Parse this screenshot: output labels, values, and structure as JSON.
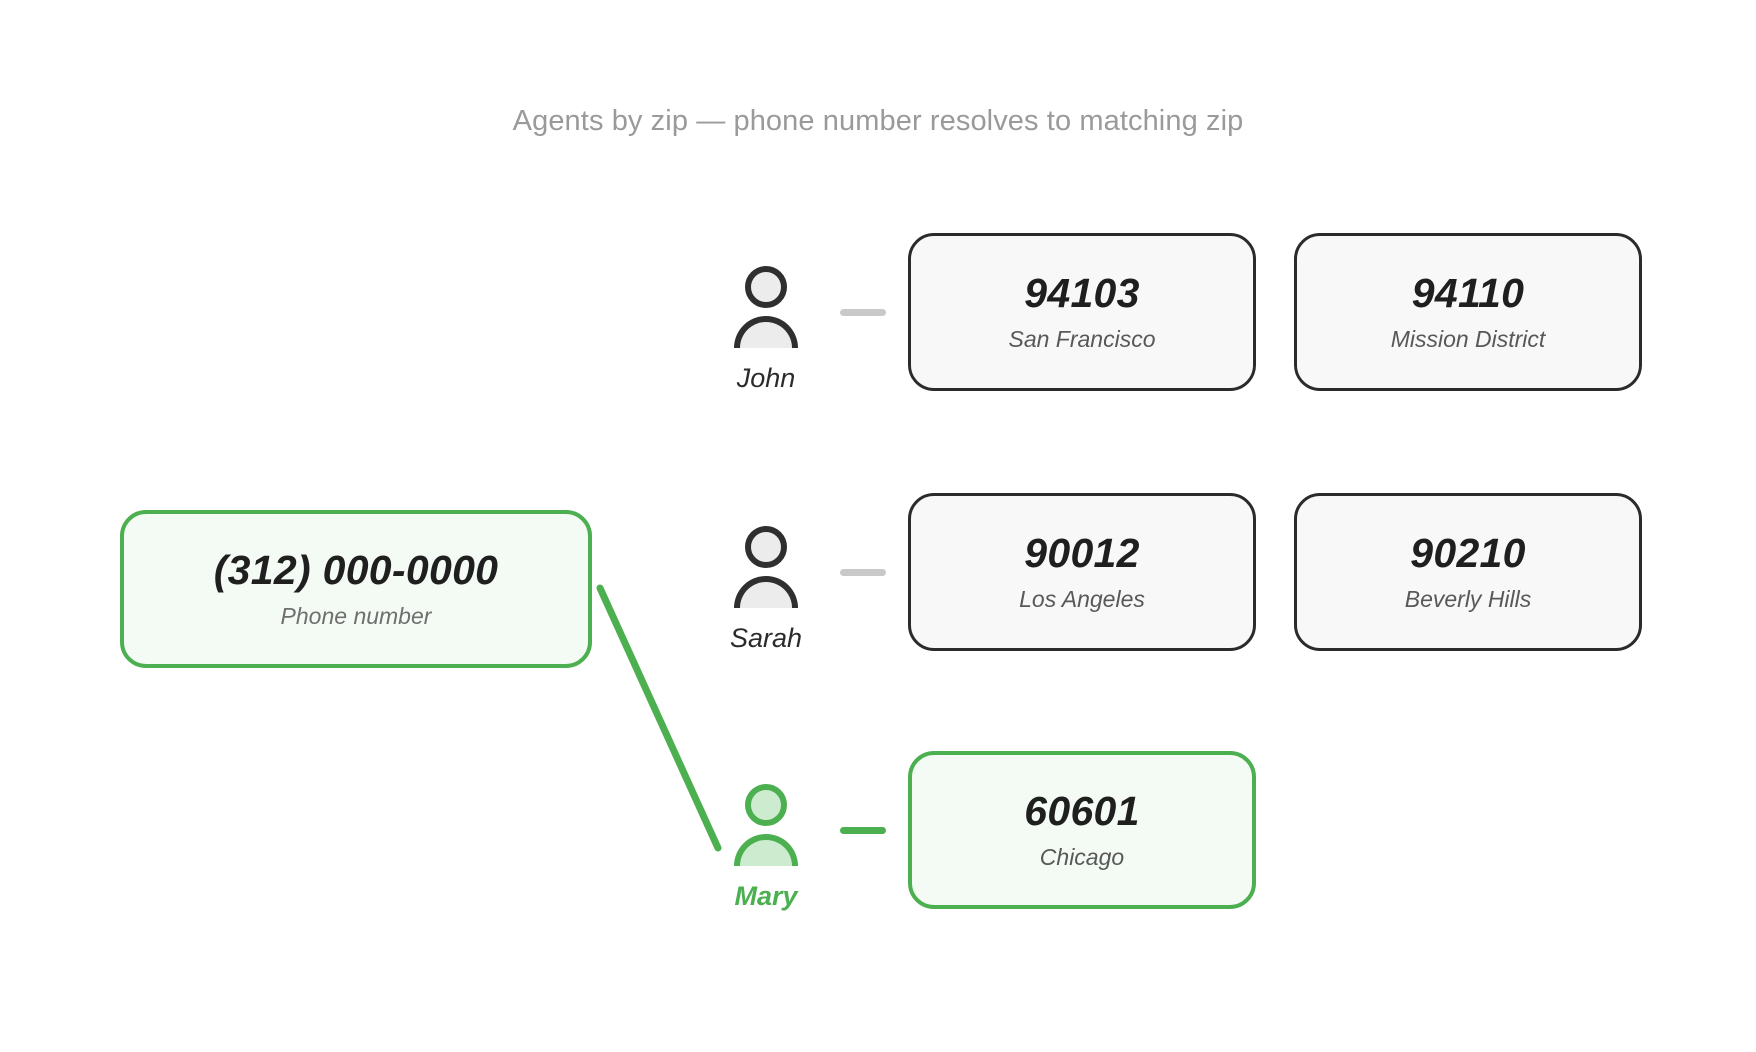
{
  "header": {
    "title": "Agents by zip — phone number resolves to matching zip"
  },
  "colors": {
    "accent_green": "#4caf50",
    "accent_green_fill": "#f4fbf4",
    "avatar_green_fill": "#cdeccf",
    "card_border": "#2b2b2b",
    "card_fill": "#f8f8f8",
    "title_text": "#9a9a9a",
    "dash_gray": "#c9c9c9"
  },
  "source": {
    "value": "(312) 000-0000",
    "label": "Phone number",
    "highlighted": true
  },
  "agents": [
    {
      "name": "John",
      "highlighted": false,
      "avatar_icon": "person-avatar-icon",
      "connector_icon": "dash-connector-icon",
      "zips": [
        {
          "zip": "94103",
          "city": "San Francisco",
          "highlighted": false
        },
        {
          "zip": "94110",
          "city": "Mission District",
          "highlighted": false
        }
      ]
    },
    {
      "name": "Sarah",
      "highlighted": false,
      "avatar_icon": "person-avatar-icon",
      "connector_icon": "dash-connector-icon",
      "zips": [
        {
          "zip": "90012",
          "city": "Los Angeles",
          "highlighted": false
        },
        {
          "zip": "90210",
          "city": "Beverly Hills",
          "highlighted": false
        }
      ]
    },
    {
      "name": "Mary",
      "highlighted": true,
      "avatar_icon": "person-avatar-icon",
      "connector_icon": "dash-connector-icon",
      "zips": [
        {
          "zip": "60601",
          "city": "Chicago",
          "highlighted": true
        }
      ]
    }
  ],
  "link": {
    "name": "phone-to-mary-link",
    "from": "source",
    "to": "Mary"
  }
}
